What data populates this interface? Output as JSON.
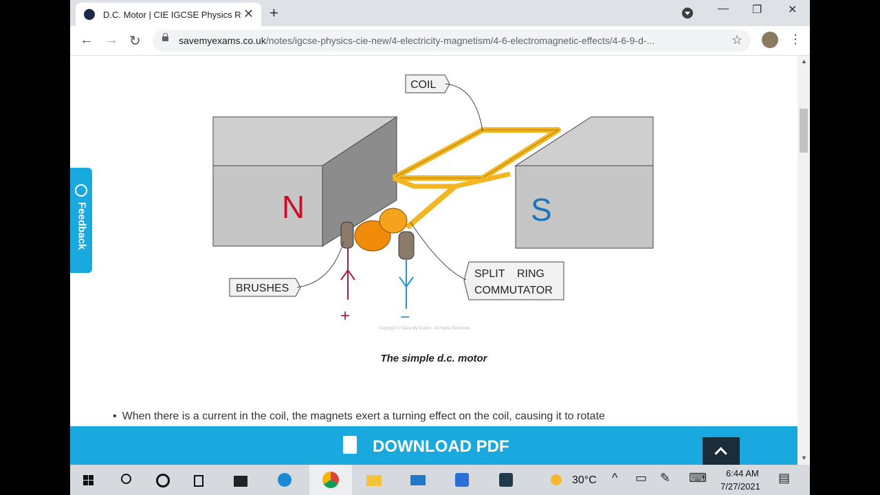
{
  "browser": {
    "tab_title": "D.C. Motor | CIE IGCSE Physics Re",
    "tab_close": "✕",
    "new_tab": "+",
    "url_host": "savemyexams.co.uk",
    "url_path": "/notes/igcse-physics-cie-new/4-electricity-magnetism/4-6-electromagnetic-effects/4-6-9-d-...",
    "back": "←",
    "forward": "→",
    "reload": "↻",
    "bookmark_star": "☆",
    "menu_dots": "⋮",
    "minimize": "—",
    "restore": "❐",
    "close": "✕"
  },
  "page": {
    "feedback_label": "Feedback",
    "diagram": {
      "coil_label": "COIL",
      "brushes_label": "BRUSHES",
      "commutator_label_1": "SPLIT    RING",
      "commutator_label_2": "COMMUTATOR",
      "north": "N",
      "south": "S",
      "plus": "+",
      "minus": "−",
      "copyright": "Copyright © Save My Exams. All Rights Reserved"
    },
    "caption": "The simple d.c. motor",
    "bullet": "When there is a current in the coil, the magnets exert a turning effect on the coil, causing it to rotate",
    "download_label": "DOWNLOAD PDF"
  },
  "taskbar": {
    "temperature": "30°C",
    "time": "6:44 AM",
    "date": "7/27/2021"
  },
  "colors": {
    "accent": "#1aa9de",
    "coil": "#f2b623",
    "north": "#c8102e",
    "south": "#1c75bc"
  }
}
